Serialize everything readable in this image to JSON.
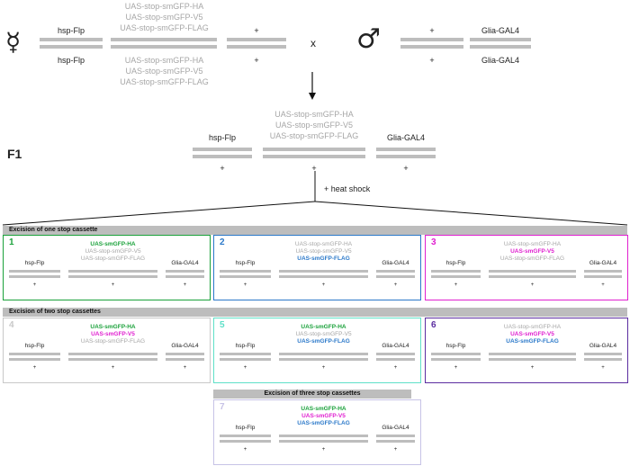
{
  "parents": {
    "female_symbol": "☿",
    "male_symbol": "♂",
    "cross": "x",
    "female": {
      "hsp_top": "hsp-Flp",
      "hsp_bottom": "hsp-Flp",
      "uas_top": [
        "UAS-stop-smGFP-HA",
        "UAS-stop-smGFP-V5",
        "UAS-stop-smGFP-FLAG"
      ],
      "uas_bottom": [
        "UAS-stop-smGFP-HA",
        "UAS-stop-smGFP-V5",
        "UAS-stop-smGFP-FLAG"
      ],
      "plus_top": "+",
      "plus_bottom": "+"
    },
    "male": {
      "plus_top": "+",
      "plus_bottom": "+",
      "glia_top": "Glia-GAL4",
      "glia_bottom": "Glia-GAL4"
    }
  },
  "f1": {
    "label": "F1",
    "hsp": "hsp-Flp",
    "uas": [
      "UAS-stop-smGFP-HA",
      "UAS-stop-smGFP-V5",
      "UAS-stop-smGFP-FLAG"
    ],
    "glia": "Glia-GAL4",
    "plus": [
      "+",
      "+",
      "+"
    ],
    "heat_shock": "+ heat shock"
  },
  "sections": {
    "one": "Excision  of one stop cassette",
    "two": "Excision  of two stop cassettes",
    "three": "Excision  of three stop cassettes"
  },
  "common": {
    "hsp": "hsp-Flp",
    "glia": "Glia-GAL4",
    "plus": "+"
  },
  "colors": {
    "box1": "#1aa13a",
    "box2": "#2a78c9",
    "box3": "#e020d0",
    "box4": "#c8c8c8",
    "box5": "#5ee0c8",
    "box6": "#5b2ca0",
    "box7": "#c7c3e6",
    "green": "#1aa13a",
    "blue": "#2a78c9",
    "magenta": "#e020d0",
    "gray": "#a6a6a6"
  },
  "boxes": [
    {
      "num": "1",
      "lines": [
        {
          "text": "UAS-smGFP-HA",
          "style": "green"
        },
        {
          "text": "UAS-stop-smGFP-V5",
          "style": "gray"
        },
        {
          "text": "UAS-stop-smGFP-FLAG",
          "style": "gray"
        }
      ]
    },
    {
      "num": "2",
      "lines": [
        {
          "text": "UAS-stop-smGFP-HA",
          "style": "gray"
        },
        {
          "text": "UAS-stop-smGFP-V5",
          "style": "gray"
        },
        {
          "text": "UAS-smGFP-FLAG",
          "style": "blue"
        }
      ]
    },
    {
      "num": "3",
      "lines": [
        {
          "text": "UAS-stop-smGFP-HA",
          "style": "gray"
        },
        {
          "text": "UAS-smGFP-V5",
          "style": "magenta"
        },
        {
          "text": "UAS-stop-smGFP-FLAG",
          "style": "gray"
        }
      ]
    },
    {
      "num": "4",
      "lines": [
        {
          "text": "UAS-smGFP-HA",
          "style": "green"
        },
        {
          "text": "UAS-smGFP-V5",
          "style": "magenta"
        },
        {
          "text": "UAS-stop-smGFP-FLAG",
          "style": "gray"
        }
      ]
    },
    {
      "num": "5",
      "lines": [
        {
          "text": "UAS-smGFP-HA",
          "style": "green"
        },
        {
          "text": "UAS-stop-smGFP-V5",
          "style": "gray"
        },
        {
          "text": "UAS-smGFP-FLAG",
          "style": "blue"
        }
      ]
    },
    {
      "num": "6",
      "lines": [
        {
          "text": "UAS-stop-smGFP-HA",
          "style": "gray"
        },
        {
          "text": "UAS-smGFP-V5",
          "style": "magenta"
        },
        {
          "text": "UAS-smGFP-FLAG",
          "style": "blue"
        }
      ]
    },
    {
      "num": "7",
      "lines": [
        {
          "text": "UAS-smGFP-HA",
          "style": "green"
        },
        {
          "text": "UAS-smGFP-V5",
          "style": "magenta"
        },
        {
          "text": "UAS-smGFP-FLAG",
          "style": "blue"
        }
      ]
    }
  ]
}
